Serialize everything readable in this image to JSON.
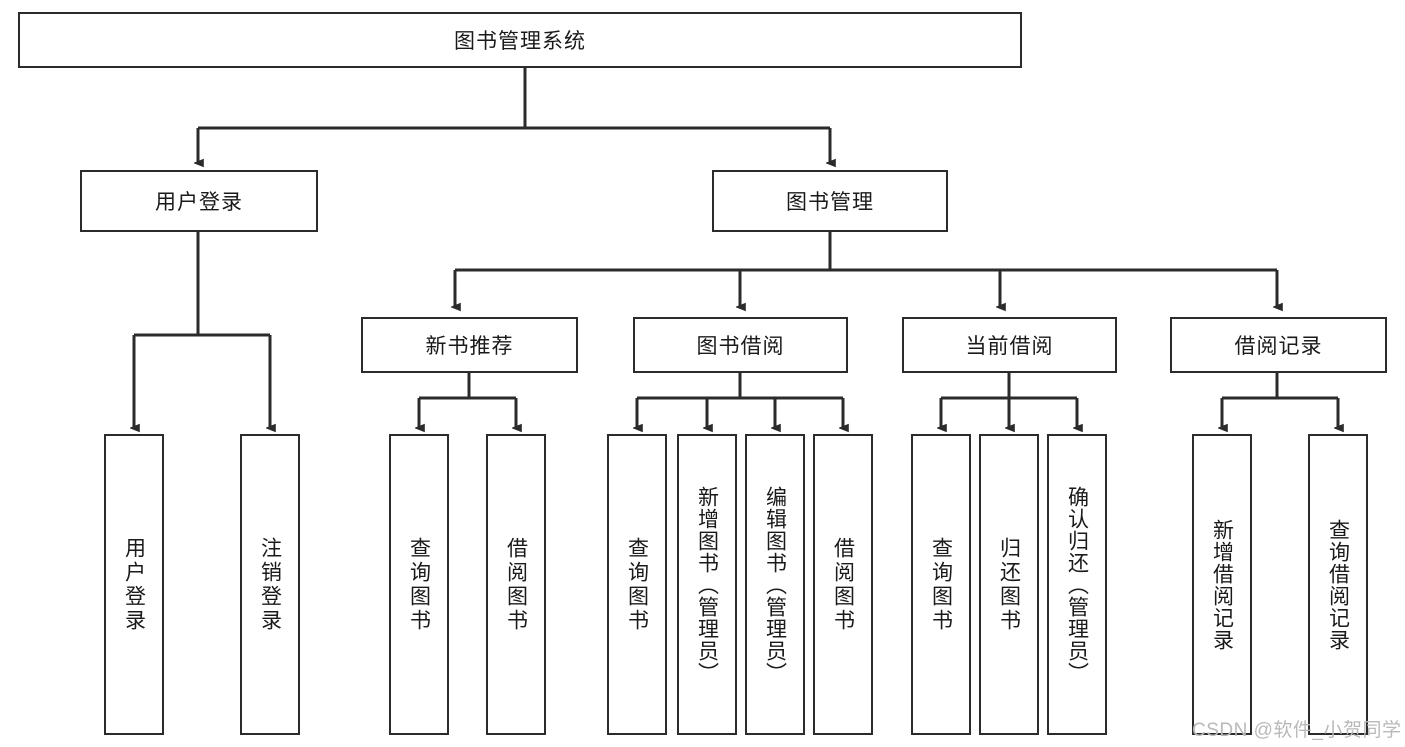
{
  "diagram": {
    "type": "tree-hierarchy",
    "title_node": {
      "label": "图书管理系统"
    },
    "level2": [
      {
        "label": "用户登录"
      },
      {
        "label": "图书管理"
      }
    ],
    "level3": [
      {
        "label": "新书推荐"
      },
      {
        "label": "图书借阅"
      },
      {
        "label": "当前借阅"
      },
      {
        "label": "借阅记录"
      }
    ],
    "leaves": {
      "user_login": [
        {
          "label": "用户登录"
        },
        {
          "label": "注销登录"
        }
      ],
      "new_book_recommend": [
        {
          "label": "查询图书"
        },
        {
          "label": "借阅图书"
        }
      ],
      "book_borrow": [
        {
          "label": "查询图书"
        },
        {
          "label": "新增图书（管理员）"
        },
        {
          "label": "编辑图书（管理员）"
        },
        {
          "label": "借阅图书"
        }
      ],
      "current_borrow": [
        {
          "label": "查询图书"
        },
        {
          "label": "归还图书"
        },
        {
          "label": "确认归还（管理员）"
        }
      ],
      "borrow_record": [
        {
          "label": "新增借阅记录"
        },
        {
          "label": "查询借阅记录"
        }
      ]
    }
  },
  "watermark": {
    "text": "CSDN @软件_小贺同学"
  },
  "colors": {
    "stroke": "#2b2b2b",
    "box_fill": "#ffffff",
    "text": "#1a1a1a",
    "watermark": "#b9b9b9"
  }
}
